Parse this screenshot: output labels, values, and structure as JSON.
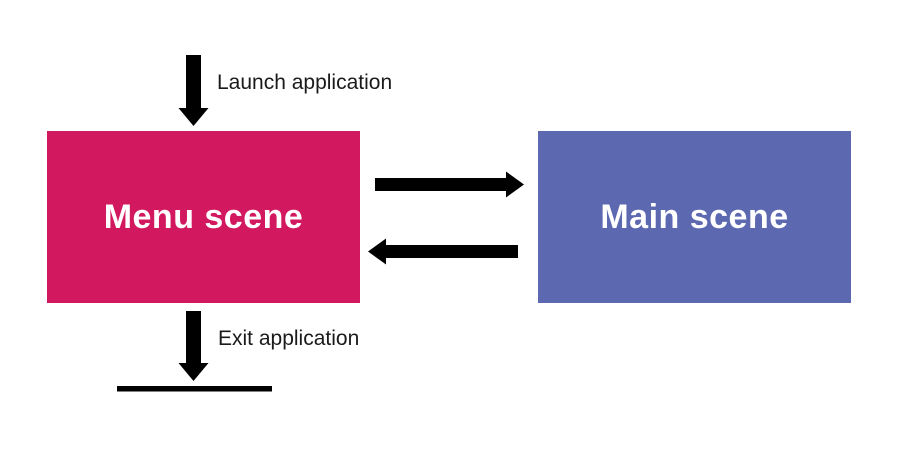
{
  "diagram": {
    "background": "#FFFFFF",
    "arrow_color": "#000000",
    "edge_label_color": "#1A1A1A",
    "nodes": [
      {
        "id": "menu-scene",
        "label": "Menu scene",
        "fill": "#D2185F",
        "text_color": "#FFFFFF"
      },
      {
        "id": "main-scene",
        "label": "Main scene",
        "fill": "#5C69B1",
        "text_color": "#FFFFFF"
      }
    ],
    "edges": [
      {
        "id": "launch",
        "label": "Launch application",
        "from": "start",
        "to": "menu-scene",
        "type": "arrow-down"
      },
      {
        "id": "menu-to-main",
        "label": "",
        "from": "menu-scene",
        "to": "main-scene",
        "type": "arrow-right"
      },
      {
        "id": "main-to-menu",
        "label": "",
        "from": "main-scene",
        "to": "menu-scene",
        "type": "arrow-left"
      },
      {
        "id": "exit",
        "label": "Exit application",
        "from": "menu-scene",
        "to": "terminator",
        "type": "arrow-down"
      }
    ]
  }
}
